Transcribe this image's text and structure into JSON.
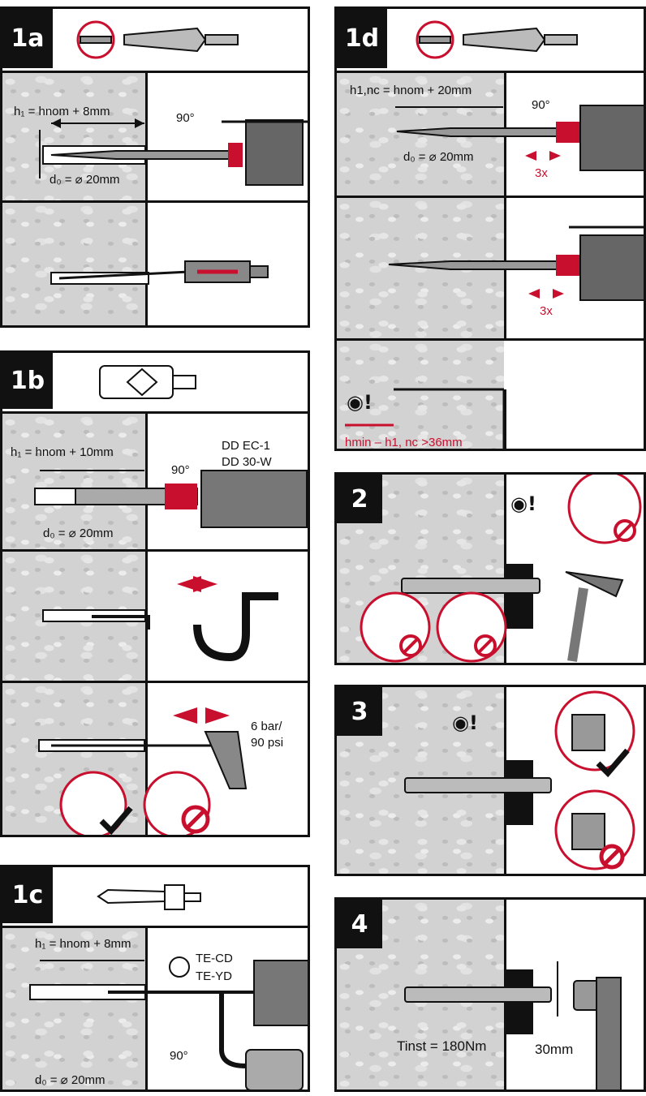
{
  "steps": {
    "s1a": {
      "badge": "1a",
      "depth": "h₁ = hnom + 8mm",
      "angle": "90°",
      "dia": "d₀ = ⌀ 20mm"
    },
    "s1b": {
      "badge": "1b",
      "depth": "h₁ = hnom + 10mm",
      "angle": "90°",
      "dia": "d₀ = ⌀ 20mm",
      "tool1": "DD EC-1",
      "tool2": "DD 30-W",
      "pressure1": "6 bar/",
      "pressure2": "90 psi"
    },
    "s1c": {
      "badge": "1c",
      "depth": "h₁ = hnom + 8mm",
      "angle": "90°",
      "dia": "d₀ = ⌀ 20mm",
      "tool1": "TE-CD",
      "tool2": "TE-YD"
    },
    "s1d": {
      "badge": "1d",
      "depth": "h1,nc = hnom + 20mm",
      "angle": "90°",
      "dia": "d₀ = ⌀ 20mm",
      "repeat1": "3x",
      "repeat2": "3x",
      "hmin": "hmin – h1, nc >36mm"
    },
    "s2": {
      "badge": "2"
    },
    "s3": {
      "badge": "3"
    },
    "s4": {
      "badge": "4",
      "torque": "Tinst = 180Nm",
      "gap": "30mm"
    }
  },
  "icons": {
    "eye": "eye-icon",
    "forbidden": "forbidden-icon",
    "check": "check-icon"
  },
  "colors": {
    "red": "#c8102e",
    "dark": "#111111",
    "concrete": "#d2d2d2"
  }
}
